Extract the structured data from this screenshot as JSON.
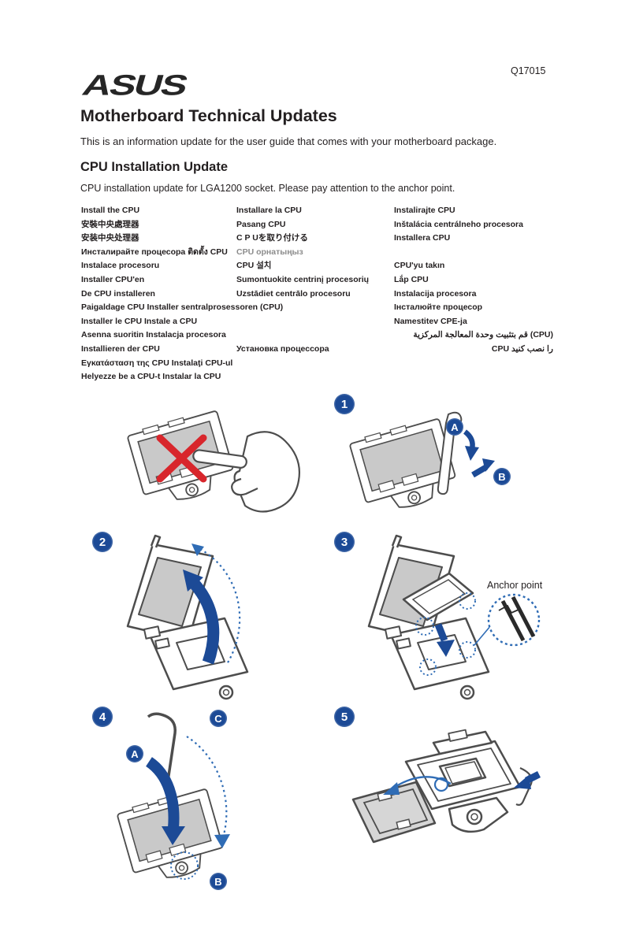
{
  "page": {
    "brand": "ASUS",
    "doc_code": "Q17015",
    "title": "Motherboard Technical Updates",
    "intro": "This is an information update for the user guide that comes with your motherboard package.",
    "section_heading": "CPU Installation Update",
    "section_desc": "CPU installation update for LGA1200 socket. Please pay attention to the anchor point."
  },
  "translations": {
    "col1": [
      "Install the CPU",
      "安裝中央處理器",
      "安装中央处理器",
      "Инсталирайте процесора ติดตั้ง CPU",
      "Instalace procesoru",
      "Installer CPU'en",
      "De CPU installeren",
      "Paigaldage CPU Installer sentralprosessoren (CPU)",
      "Installer le CPU Instale a CPU",
      "Asenna suoritin Instalacja procesora",
      "Installieren der CPU",
      "Εγκατάσταση της CPU Instalaţi CPU-ul",
      "Helyezze be a CPU-t Instalar la CPU"
    ],
    "col2": [
      "Installare la CPU",
      "Pasang CPU",
      "C P Uを取り付ける",
      "CPU орнатыңыз",
      "CPU 설치",
      "Sumontuokite centrinį procesorių",
      "Uzstādiet centrālo procesoru",
      "",
      "",
      "",
      "Установка процессора",
      "",
      ""
    ],
    "col3": [
      "Instalirajte CPU",
      "Inštalácia centrálneho procesora",
      "Installera CPU",
      "",
      "CPU'yu takın",
      "Lắp CPU",
      "Instalacija procesora",
      "Інсталюйте процесор",
      "Namestitev CPE-ja",
      "قم بتثبيت وحدة المعالجة المركزية (CPU)",
      "CPU را نصب کنید",
      "",
      ""
    ]
  },
  "figures": {
    "step1": {
      "number": "1",
      "label_a": "A",
      "label_b": "B"
    },
    "step2": {
      "number": "2"
    },
    "step3": {
      "number": "3",
      "callout": "Anchor point"
    },
    "step4": {
      "number": "4",
      "label_a": "A",
      "label_b": "B",
      "label_c": "C"
    },
    "step5": {
      "number": "5"
    }
  },
  "colors": {
    "accent_blue": "#1c4a96",
    "guide_blue": "#2f6cb5",
    "warning_red": "#d8262c",
    "line_gray": "#4d4d4d"
  }
}
